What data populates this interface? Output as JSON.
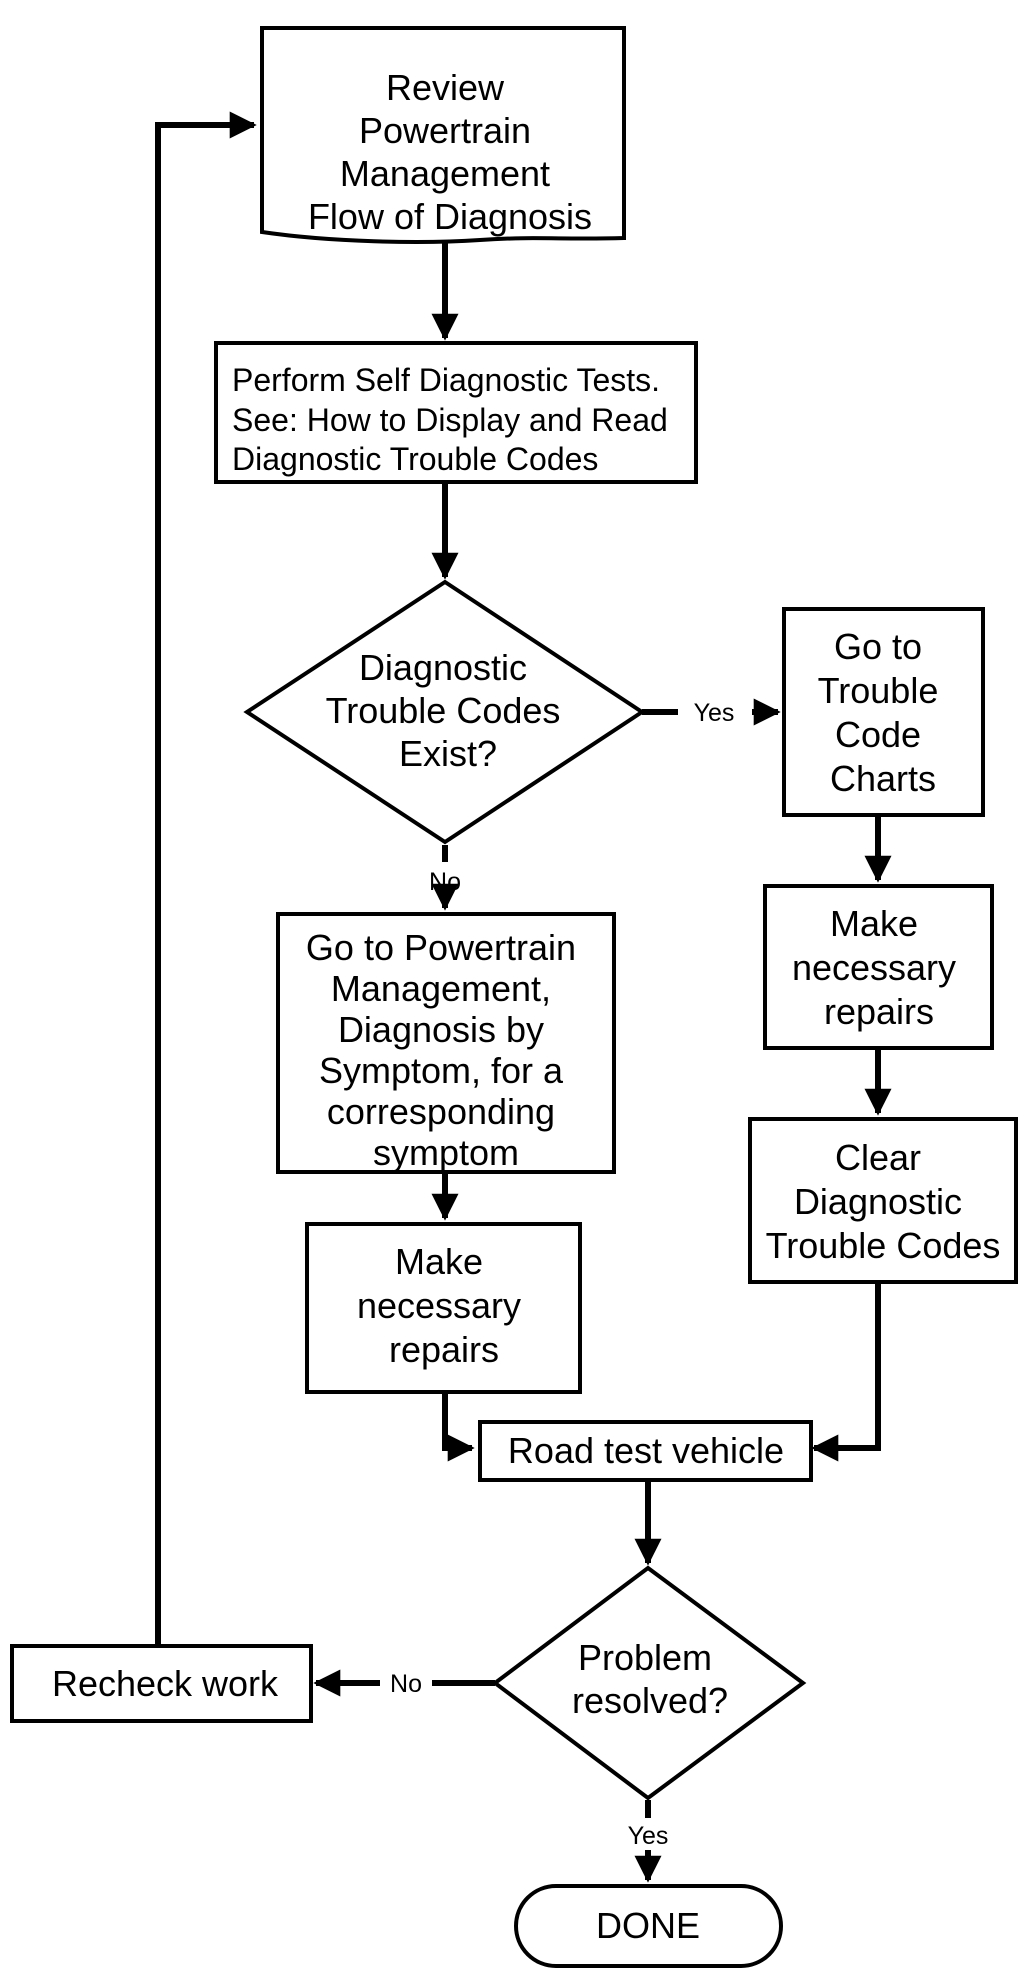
{
  "nodes": {
    "review": {
      "lines": [
        "Review",
        "Powertrain",
        "Management",
        "Flow of Diagnosis"
      ]
    },
    "perform": {
      "lines": [
        "Perform Self Diagnostic Tests.",
        "See:  How to Display and Read",
        "Diagnostic Trouble Codes"
      ]
    },
    "dtc_exist": {
      "lines": [
        "Diagnostic",
        "Trouble Codes",
        "Exist?"
      ]
    },
    "trouble_charts": {
      "lines": [
        "Go to",
        "Trouble",
        "Code",
        "Charts"
      ]
    },
    "repairs_right": {
      "lines": [
        "Make",
        "necessary",
        "repairs"
      ]
    },
    "clear_dtc": {
      "lines": [
        "Clear",
        "Diagnostic",
        "Trouble Codes"
      ]
    },
    "symptom": {
      "lines": [
        "Go to Powertrain",
        "Management,",
        "Diagnosis by",
        "Symptom, for a",
        "corresponding",
        "symptom"
      ]
    },
    "repairs_left": {
      "lines": [
        "Make",
        "necessary",
        "repairs"
      ]
    },
    "road_test": {
      "lines": [
        "Road test vehicle"
      ]
    },
    "resolved": {
      "lines": [
        "Problem",
        "resolved?"
      ]
    },
    "recheck": {
      "lines": [
        "Recheck work"
      ]
    },
    "done": {
      "lines": [
        "DONE"
      ]
    }
  },
  "edge_labels": {
    "dtc_yes": "Yes",
    "dtc_no": "No",
    "resolved_no": "No",
    "resolved_yes": "Yes"
  }
}
